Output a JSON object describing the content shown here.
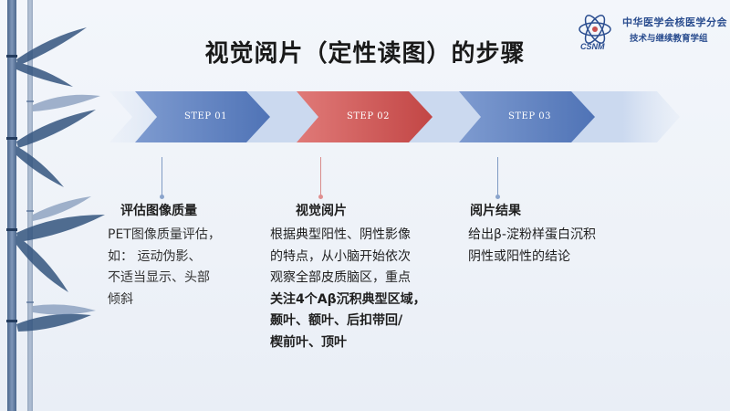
{
  "logo": {
    "org_name": "中华医学会核医学分会",
    "org_sub": "技术与继续教育学组",
    "mark_text": "CSNM"
  },
  "title": "视觉阅片（定性读图）的步骤",
  "steps": [
    {
      "label": "STEP  01"
    },
    {
      "label": "STEP  02"
    },
    {
      "label": "STEP  03"
    }
  ],
  "columns": [
    {
      "title": "评估图像质量",
      "lines": [
        {
          "text": "PET图像质量评估，",
          "bold": false
        },
        {
          "text": "如：  运动伪影、",
          "bold": false
        },
        {
          "text": "不适当显示、头部",
          "bold": false
        },
        {
          "text": "倾斜",
          "bold": false
        }
      ]
    },
    {
      "title": "视觉阅片",
      "lines": [
        {
          "text": "根据典型阳性、阴性影像",
          "bold": false
        },
        {
          "text": "的特点，从小脑开始依次",
          "bold": false
        },
        {
          "text": "观察全部皮质脑区，重点",
          "bold": false
        },
        {
          "text": "关注4个Aβ沉积典型区域，",
          "bold": true
        },
        {
          "text": "颞叶、额叶、后扣带回/",
          "bold": true
        },
        {
          "text": "楔前叶、顶叶",
          "bold": true
        }
      ]
    },
    {
      "title": "阅片结果",
      "lines": [
        {
          "text": "给出β-淀粉样蛋白沉积",
          "bold": false
        },
        {
          "text": "阴性或阳性的结论",
          "bold": false
        }
      ]
    }
  ],
  "colors": {
    "step_blue": "#5b7fbf",
    "step_red": "#c9504f",
    "band_light": "#c7d6ee"
  }
}
